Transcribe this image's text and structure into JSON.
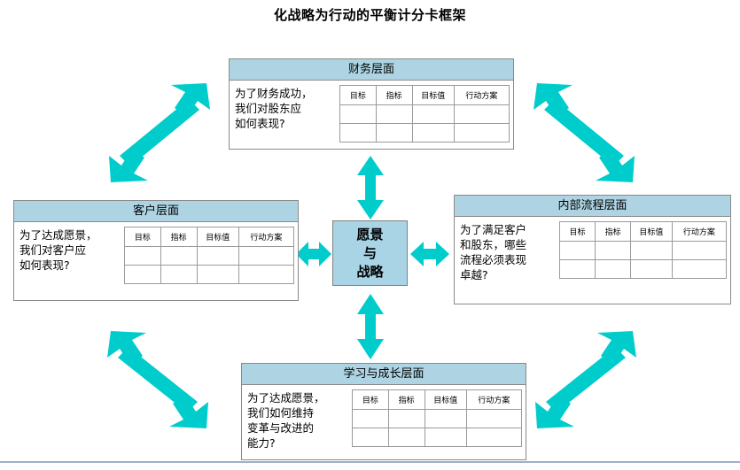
{
  "title": "化战略为行动的平衡计分卡框架",
  "colors": {
    "arrow": "#00cccc",
    "panel_header": "#aed4e3",
    "vision_fill": "#a8d4e6",
    "border": "#8a8a8a",
    "divider": "#9fb0ca"
  },
  "vision": {
    "name": "vision-and-strategy",
    "lines": [
      "愿景",
      "与",
      "战略"
    ]
  },
  "table_columns": [
    "目标",
    "指标",
    "目标值",
    "行动方案"
  ],
  "table_empty_rows": 2,
  "panels": [
    {
      "id": "financial",
      "header": "财务层面",
      "question": "为了财务成功，\n我们对股东应\n如何表现?"
    },
    {
      "id": "customer",
      "header": "客户层面",
      "question": "为了达成愿景，\n我们对客户应\n如何表现?"
    },
    {
      "id": "internal",
      "header": "内部流程层面",
      "question": "为了满足客户\n和股东，哪些\n流程必须表现\n卓越?"
    },
    {
      "id": "learning",
      "header": "学习与成长层面",
      "question": "为了达成愿景，\n我们如何维持\n变革与改进的\n能力?"
    }
  ],
  "arrows": [
    {
      "name": "arrow-vision-to-financial",
      "direction": "vertical-double"
    },
    {
      "name": "arrow-vision-to-learning",
      "direction": "vertical-double"
    },
    {
      "name": "arrow-vision-to-customer",
      "direction": "horizontal-double"
    },
    {
      "name": "arrow-vision-to-internal",
      "direction": "horizontal-double"
    },
    {
      "name": "arrow-customer-to-financial",
      "direction": "diagonal-double"
    },
    {
      "name": "arrow-financial-to-internal",
      "direction": "diagonal-double"
    },
    {
      "name": "arrow-customer-to-learning",
      "direction": "diagonal-double"
    },
    {
      "name": "arrow-learning-to-internal",
      "direction": "diagonal-double"
    }
  ]
}
